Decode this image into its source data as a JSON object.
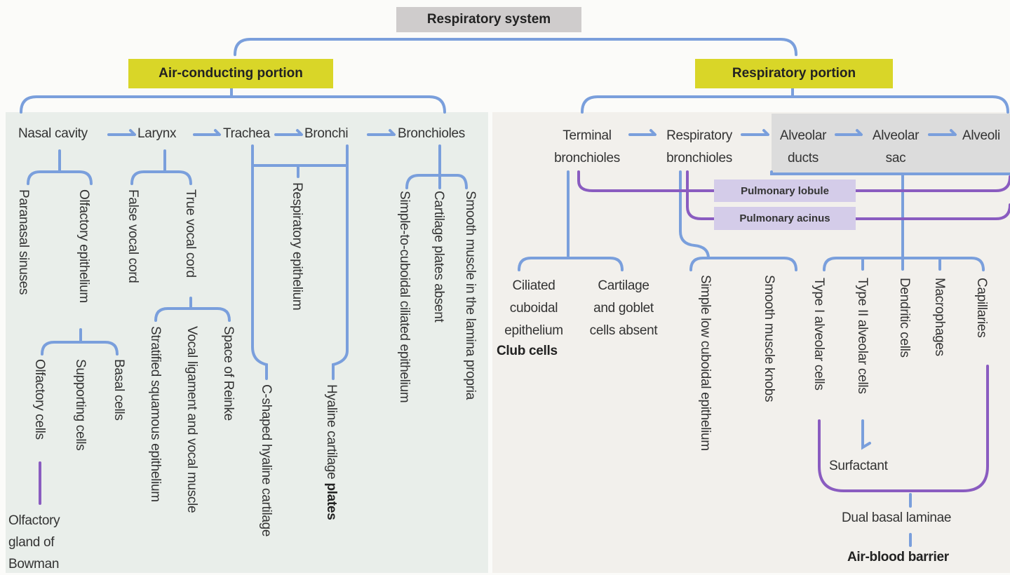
{
  "title": "Respiratory system",
  "portions": {
    "air_conducting": "Air-conducting portion",
    "respiratory": "Respiratory portion"
  },
  "air_chain": [
    "Nasal cavity",
    "Larynx",
    "Trachea",
    "Bronchi",
    "Bronchioles"
  ],
  "nasal": {
    "paranasal": "Paranasal sinuses",
    "olfactory_epithelium": "Olfactory epithelium",
    "olfactory_cells": "Olfactory cells",
    "supporting_cells": "Supporting cells",
    "basal_cells": "Basal cells",
    "gland": [
      "Olfactory",
      "gland of",
      "Bowman"
    ]
  },
  "larynx": {
    "false_cord": "False vocal cord",
    "true_cord": "True vocal cord",
    "stratified": "Stratified squamous epithelium",
    "ligament": "Vocal ligament and vocal muscle",
    "reinke": "Space of Reinke"
  },
  "trachea_bronchi": {
    "respiratory_epithelium": "Respiratory epithelium",
    "c_shaped": "C-shaped hyaline cartilage",
    "hyaline_plates_prefix": "Hyaline cartilage ",
    "hyaline_plates_bold": "plates"
  },
  "bronchioles": {
    "simple_to_cuboidal": "Simple-to-cuboidal ciliated epithelium",
    "cartilage_absent": "Cartilage plates absent",
    "smooth_muscle": "Smooth muscle in the lamina propria"
  },
  "resp_chain": [
    [
      "Terminal",
      "bronchioles"
    ],
    [
      "Respiratory",
      "bronchioles"
    ],
    [
      "Alveolar",
      "ducts"
    ],
    [
      "Alveolar",
      "sac"
    ],
    [
      "Alveoli",
      ""
    ]
  ],
  "groupings": {
    "lobule": "Pulmonary lobule",
    "acinus": "Pulmonary acinus"
  },
  "terminal": {
    "ciliated": [
      "Ciliated",
      "cuboidal",
      "epithelium"
    ],
    "club": "Club cells",
    "absent": [
      "Cartilage",
      "and goblet",
      "cells absent"
    ]
  },
  "respiratory_bronchioles": {
    "simple_low": "Simple low cuboidal epithelium",
    "knobs": "Smooth muscle knobs"
  },
  "alveoli": {
    "type1": "Type I alveolar cells",
    "type2": "Type II alveolar cells",
    "dendritic": "Dendritic cells",
    "macrophages": "Macrophages",
    "capillaries": "Capillaries",
    "surfactant": "Surfactant",
    "dual": "Dual basal laminae",
    "barrier": "Air-blood barrier"
  },
  "colors": {
    "blue_line": "#7a9fdc",
    "purple_line": "#8a5cc0",
    "portion_fill": "#d9d628",
    "title_fill": "#cfcccc",
    "group_fill": "#d4cce9"
  }
}
